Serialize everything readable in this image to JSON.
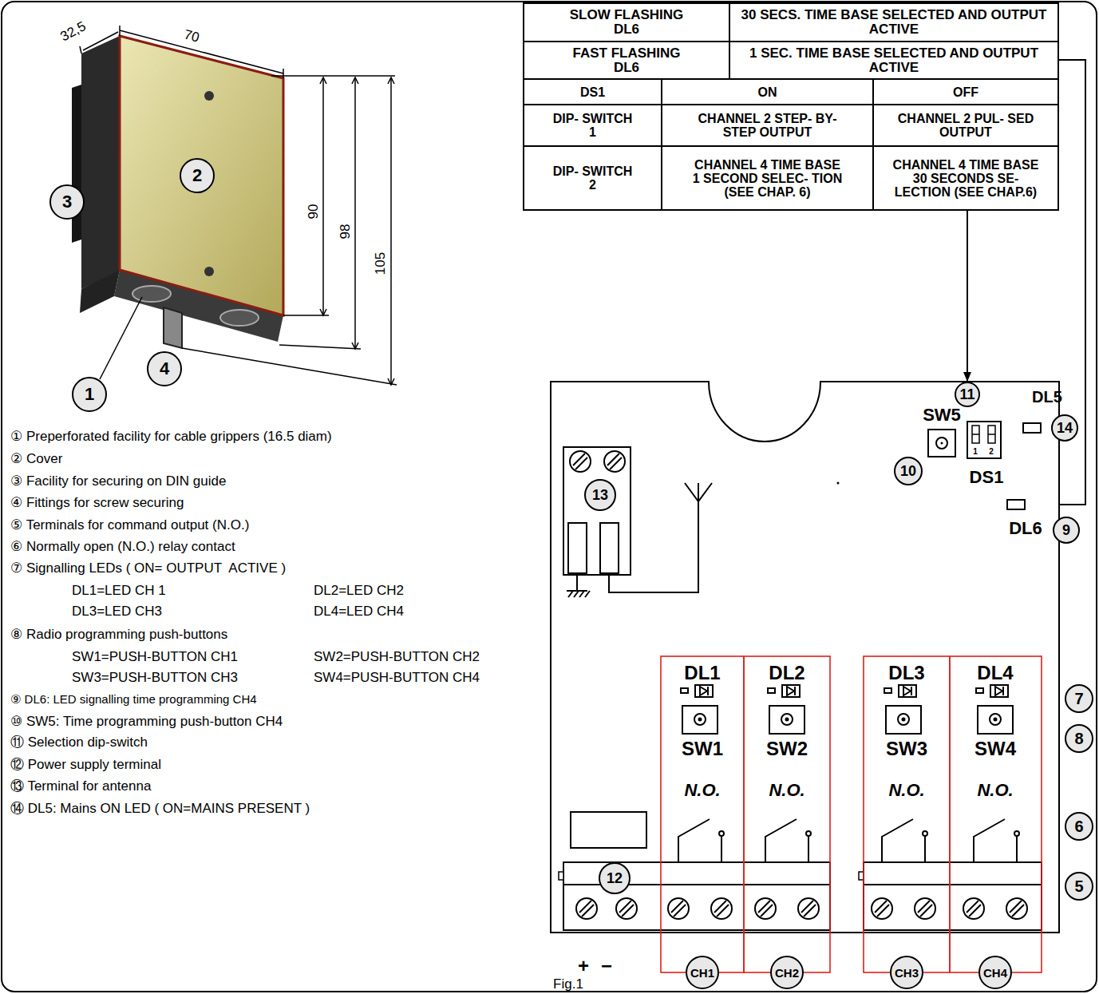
{
  "diagram": {
    "nodes": [
      {
        "text": [
          "SLOW FLASHING DL6",
          "30 SECS. TIME BASE SELECTED AND OUTPUT ACTIVE",
          "FAST FLASHING DL6",
          "1 SEC. TIME BASE SELECTED AND OUTPUT ACTIVE"
        ]
      },
      {
        "text": [
          "DS1",
          "ON",
          "OFF",
          "DIP- SWITCH 1",
          "CHANNEL 2 STEP- BY-STEP OUTPUT",
          "CHANNEL 2 PUL- SED OUTPUT",
          "DIP- SWITCH 2",
          "CHANNEL 4 TIME BASE 1 SECOND SELEC- TION (SEE CHAP. 6)",
          "CHANNEL 4 TIME BASE 30 SECONDS SE- LECTION (SEE CHAP.6)"
        ]
      },
      {
        "text": [
          "2"
        ]
      },
      {
        "text": [
          "3"
        ]
      },
      {
        "text": [
          "1"
        ]
      },
      {
        "text": [
          "4"
        ]
      },
      {
        "text": [
          "11"
        ]
      },
      {
        "text": [
          "14"
        ]
      },
      {
        "text": [
          "10"
        ]
      },
      {
        "text": [
          "9"
        ]
      },
      {
        "text": [
          "13"
        ]
      },
      {
        "text": [
          "7"
        ]
      },
      {
        "text": [
          "8"
        ]
      },
      {
        "text": [
          "6"
        ]
      },
      {
        "text": [
          "12"
        ]
      },
      {
        "text": [
          "5"
        ]
      },
      {
        "text": [
          "CH1"
        ]
      },
      {
        "text": [
          "CH2"
        ]
      },
      {
        "text": [
          "CH3"
        ]
      },
      {
        "text": [
          "CH4"
        ]
      }
    ],
    "edges": [
      {
        "from": 1,
        "to": 6,
        "arrow": "to"
      }
    ],
    "labels": [
      "32,5",
      "70",
      "90",
      "98",
      "105",
      "① Preperforated facility for cable grippers (16.5 diam)",
      "② Cover",
      "③ Facility for securing on DIN guide",
      "④ Fittings for screw securing",
      "⑤ Terminals for command output (N.O.)",
      "⑥ Normally open (N.O.) relay contact",
      "⑦ Signalling LEDs ( ON= OUTPUT  ACTIVE )",
      "DL1=LED CH 1",
      "DL2=LED CH2",
      "DL3=LED CH3",
      "DL4=LED CH4",
      "⑧ Radio programming push-buttons",
      "SW1=PUSH-BUTTON CH1",
      "SW2=PUSH-BUTTON CH2",
      "SW3=PUSH-BUTTON CH3",
      "SW4=PUSH-BUTTON CH4",
      "⑨ DL6: LED signalling time programming CH4",
      "⑩ SW5: Time programming push-button CH4",
      "⑪ Selection dip-switch",
      "⑫ Power supply terminal",
      "⑬ Terminal for antenna",
      "⑭ DL5: Mains ON LED ( ON=MAINS PRESENT )",
      "SW5",
      "DL5",
      "1",
      "2",
      "DS1",
      "DL6",
      "DL1",
      "DL2",
      "DL3",
      "DL4",
      "SW1",
      "SW2",
      "SW3",
      "SW4",
      "N.O.",
      "N.O.",
      "N.O.",
      "N.O.",
      "+",
      "−",
      "Fig.1"
    ]
  }
}
